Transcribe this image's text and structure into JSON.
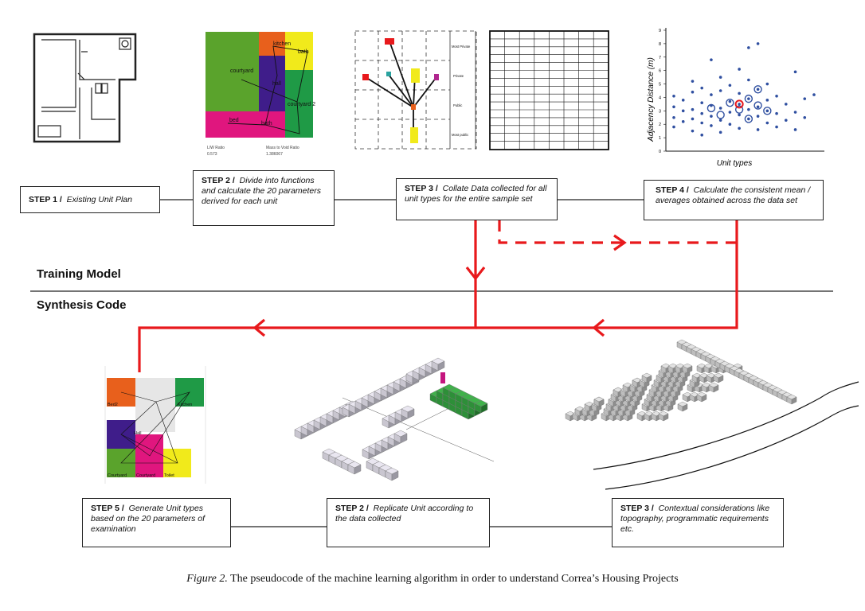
{
  "steps_training": [
    {
      "step": "STEP 1 /",
      "text": "Existing Unit Plan"
    },
    {
      "step": "STEP 2 /",
      "text": "Divide into functions and calculate the 20 parameters derived for each unit"
    },
    {
      "step": "STEP 3 /",
      "text": "Collate Data collected for all unit types for the entire sample set"
    },
    {
      "step": "STEP 4 /",
      "text": "Calculate the consistent mean / averages obtained across the data set"
    }
  ],
  "sections": {
    "training": "Training Model",
    "synthesis": "Synthesis Code"
  },
  "steps_synthesis": [
    {
      "step": "STEP 5 /",
      "text": "Generate Unit types based on the 20 parameters of examination"
    },
    {
      "step": "STEP 2 /",
      "text": "Replicate Unit according to the data collected"
    },
    {
      "step": "STEP 3 /",
      "text": "Contextual considerations like topography, programmatic requirements etc."
    }
  ],
  "function_map": {
    "labels": [
      "kitchen",
      "bath",
      "courtyard",
      "hall",
      "courtyard 2",
      "bed",
      "bath"
    ],
    "lw_label": "L/W Ratio",
    "lw_value": "0.573",
    "mass_label": "Mass to Void Ratio",
    "mass_value": "1.386067"
  },
  "tree_columns": [
    "Most Private",
    "Private",
    "Public",
    "Most public"
  ],
  "chart_data": {
    "type": "scatter",
    "xlabel": "Unit types",
    "ylabel": "Adjacency Distance (m)",
    "yticks": [
      "0",
      "1",
      "2",
      "3",
      "4",
      "5",
      "6",
      "7",
      "8",
      "9"
    ],
    "ylim": [
      0,
      9
    ],
    "grid": false,
    "series": [
      {
        "values": [
          [
            1,
            1.8
          ],
          [
            1,
            2.5
          ],
          [
            1,
            3.3
          ],
          [
            1,
            4.1
          ],
          [
            2,
            2.2
          ],
          [
            2,
            3
          ],
          [
            2,
            3.8
          ],
          [
            3,
            1.5
          ],
          [
            3,
            2.4
          ],
          [
            3,
            3.1
          ],
          [
            3,
            4.4
          ],
          [
            3,
            5.2
          ],
          [
            4,
            1.2
          ],
          [
            4,
            2.1
          ],
          [
            4,
            2.8
          ],
          [
            4,
            3.6
          ],
          [
            4,
            4.7
          ],
          [
            5,
            1.9
          ],
          [
            5,
            2.6
          ],
          [
            5,
            3.4
          ],
          [
            5,
            4.2
          ],
          [
            5,
            6.8
          ],
          [
            6,
            1.4
          ],
          [
            6,
            2.3
          ],
          [
            6,
            3.2
          ],
          [
            6,
            4.5
          ],
          [
            6,
            5.5
          ],
          [
            7,
            2
          ],
          [
            7,
            2.9
          ],
          [
            7,
            3.7
          ],
          [
            7,
            4.9
          ],
          [
            8,
            1.7
          ],
          [
            8,
            2.7
          ],
          [
            8,
            3.5
          ],
          [
            8,
            4.3
          ],
          [
            8,
            6.1
          ],
          [
            9,
            2.4
          ],
          [
            9,
            3.1
          ],
          [
            9,
            3.9
          ],
          [
            9,
            5.3
          ],
          [
            9,
            7.7
          ],
          [
            10,
            1.6
          ],
          [
            10,
            2.6
          ],
          [
            10,
            3.3
          ],
          [
            10,
            4.6
          ],
          [
            10,
            8
          ],
          [
            11,
            2.1
          ],
          [
            11,
            3
          ],
          [
            11,
            3.8
          ],
          [
            11,
            5
          ],
          [
            12,
            1.8
          ],
          [
            12,
            2.8
          ],
          [
            12,
            4.1
          ],
          [
            13,
            2.3
          ],
          [
            13,
            3.5
          ],
          [
            14,
            1.6
          ],
          [
            14,
            2.9
          ],
          [
            14,
            5.9
          ],
          [
            15,
            2.5
          ],
          [
            15,
            3.9
          ],
          [
            16,
            4.2
          ]
        ]
      },
      {
        "values": [
          [
            5,
            3.2
          ],
          [
            6,
            2.7
          ],
          [
            7,
            3.6
          ],
          [
            8,
            3.1
          ],
          [
            9,
            3.9
          ],
          [
            9,
            2.4
          ],
          [
            10,
            3.4
          ],
          [
            10,
            4.6
          ],
          [
            11,
            3.0
          ]
        ]
      },
      {
        "values": [
          [
            8,
            3.5
          ]
        ]
      }
    ]
  },
  "caption": {
    "figure": "Figure 2.",
    "text": "The pseudocode of the machine learning algorithm in order to understand Correa’s Housing Projects"
  },
  "generator": {
    "labels": [
      "Bed2",
      "Kitchen",
      "Hall",
      "Courtyard",
      "Courtyard",
      "Toilet"
    ]
  },
  "colors": {
    "arrow": "#e8191c",
    "orange": "#e8601c",
    "green": "#5aa32c",
    "dark_green": "#1f9a46",
    "purple": "#3f1d8a",
    "magenta": "#e0167e",
    "yellow": "#f1ea1b",
    "scatter": "#2f4fa0"
  }
}
